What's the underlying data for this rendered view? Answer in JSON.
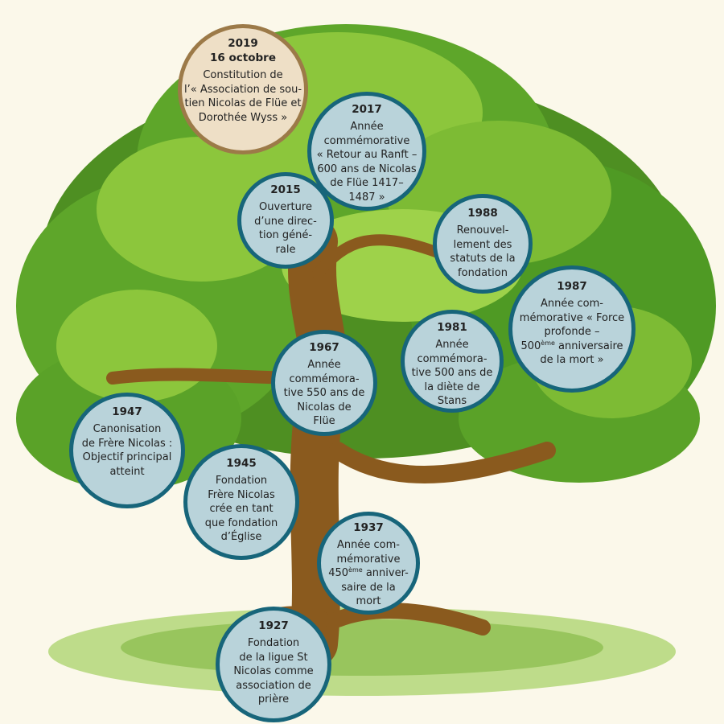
{
  "colors": {
    "bubble_fill": "#b9d3da",
    "bubble_border": "#17657a",
    "highlight_fill": "#eedfc6",
    "highlight_border": "#9c7a48",
    "background": "#fbf8ea"
  },
  "milestones": [
    {
      "id": "2019",
      "style": "beige",
      "heading": [
        "2019",
        "16 octobre"
      ],
      "lines": [
        "Constitution de",
        "l’« Association de sou-",
        "tien Nicolas de Flüe et",
        "Dorothée Wyss »"
      ]
    },
    {
      "id": "2017",
      "heading": [
        "2017"
      ],
      "lines": [
        "Année",
        "commémorative",
        "« Retour au Ranft –",
        "600 ans de Nicolas",
        "de Flüe 1417–",
        "1487 »"
      ]
    },
    {
      "id": "2015",
      "heading": [
        "2015"
      ],
      "lines": [
        "Ouverture",
        "d’une direc-",
        "tion géné-",
        "rale"
      ]
    },
    {
      "id": "1988",
      "heading": [
        "1988"
      ],
      "lines": [
        "Renouvel-",
        "lement des",
        "statuts de la",
        "fondation"
      ]
    },
    {
      "id": "1987",
      "heading": [
        "1987"
      ],
      "lines": [
        "Année com-",
        "mémorative « Force",
        "profonde –",
        {
          "text": "500",
          "sup": "ème",
          "after": " anniversaire"
        },
        "de la mort »"
      ]
    },
    {
      "id": "1981",
      "heading": [
        "1981"
      ],
      "lines": [
        "Année",
        "commémora-",
        "tive 500 ans de",
        "la diète de",
        "Stans"
      ]
    },
    {
      "id": "1967",
      "heading": [
        "1967"
      ],
      "lines": [
        "Année",
        "commémora-",
        "tive 550 ans de",
        "Nicolas de",
        "Flüe"
      ]
    },
    {
      "id": "1947",
      "heading": [
        "1947"
      ],
      "lines": [
        "Canonisation",
        "de Frère Nicolas :",
        "Objectif principal",
        "atteint"
      ]
    },
    {
      "id": "1945",
      "heading": [
        "1945"
      ],
      "lines": [
        "Fondation",
        "Frère Nicolas",
        "crée en tant",
        "que fondation",
        "d’Église"
      ]
    },
    {
      "id": "1937",
      "heading": [
        "1937"
      ],
      "lines": [
        "Année com-",
        "mémorative",
        {
          "text": "450",
          "sup": "ème",
          "after": " anniver-"
        },
        "saire de la",
        "mort"
      ]
    },
    {
      "id": "1927",
      "heading": [
        "1927"
      ],
      "lines": [
        "Fondation",
        "de la ligue St",
        "Nicolas comme",
        "association de",
        "prière"
      ]
    }
  ]
}
